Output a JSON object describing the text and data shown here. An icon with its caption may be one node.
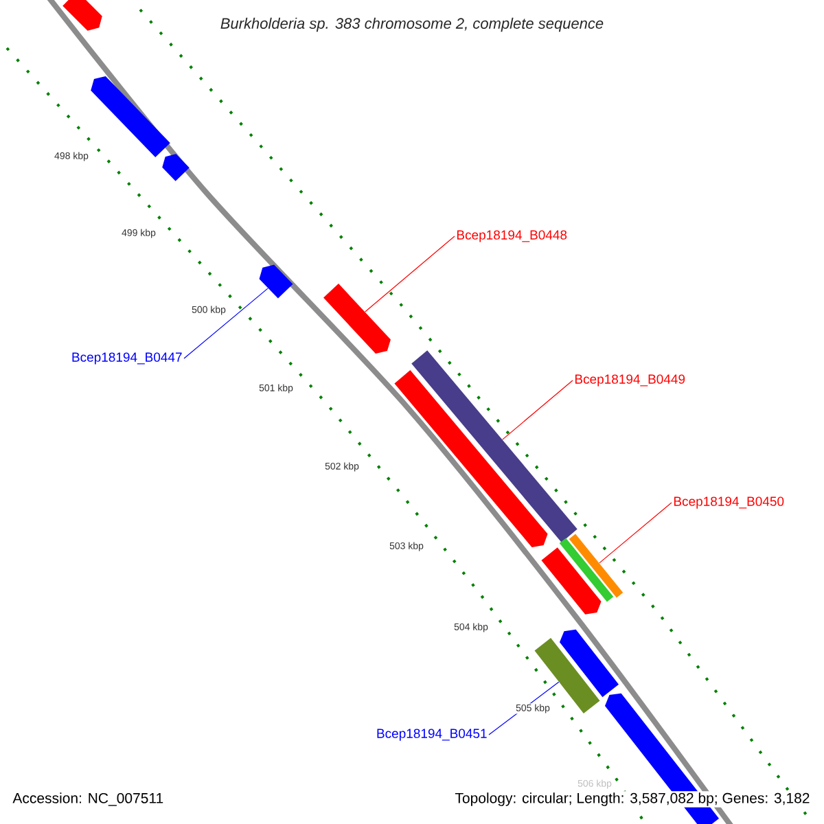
{
  "diagram": {
    "title": "Burkholderia sp. 383 chromosome 2, complete sequence",
    "nodes": [
      {
        "text": [
          "Bcep18194_B0448"
        ]
      },
      {
        "text": [
          "Bcep18194_B0447"
        ]
      },
      {
        "text": [
          "Bcep18194_B0449"
        ]
      },
      {
        "text": [
          "Bcep18194_B0450"
        ]
      },
      {
        "text": [
          "Bcep18194_B0451"
        ]
      },
      {
        "text": [],
        "shape": "arrow"
      },
      {
        "text": [],
        "shape": "arrow"
      },
      {
        "text": [],
        "shape": "arrow"
      },
      {
        "text": [],
        "shape": "arrow"
      },
      {
        "text": [],
        "shape": "arrow"
      },
      {
        "text": [],
        "shape": "bar"
      },
      {
        "text": [],
        "shape": "arrow"
      },
      {
        "text": [],
        "shape": "bar"
      },
      {
        "text": [],
        "shape": "bar"
      },
      {
        "text": [],
        "shape": "arrow"
      },
      {
        "text": [],
        "shape": "arrow"
      },
      {
        "text": [],
        "shape": "bar"
      },
      {
        "text": [],
        "shape": "arrow"
      }
    ],
    "edges": [
      {
        "from": 0,
        "to": 9,
        "arrow": "none"
      },
      {
        "from": 1,
        "to": 8,
        "arrow": "none",
        "color": "#0000ff"
      },
      {
        "from": 2,
        "to": 10,
        "arrow": "none"
      },
      {
        "from": 3,
        "to": 12,
        "arrow": "none"
      },
      {
        "from": 4,
        "to": 16,
        "arrow": "none",
        "color": "#0000ff"
      }
    ],
    "labels": [
      "498 kbp",
      "499 kbp",
      "500 kbp",
      "501 kbp",
      "502 kbp",
      "503 kbp",
      "504 kbp",
      "505 kbp",
      "506 kbp",
      "Accession: NC_007511",
      "Topology: circular; Length: 3,587,082 bp; Genes: 3,182"
    ]
  }
}
